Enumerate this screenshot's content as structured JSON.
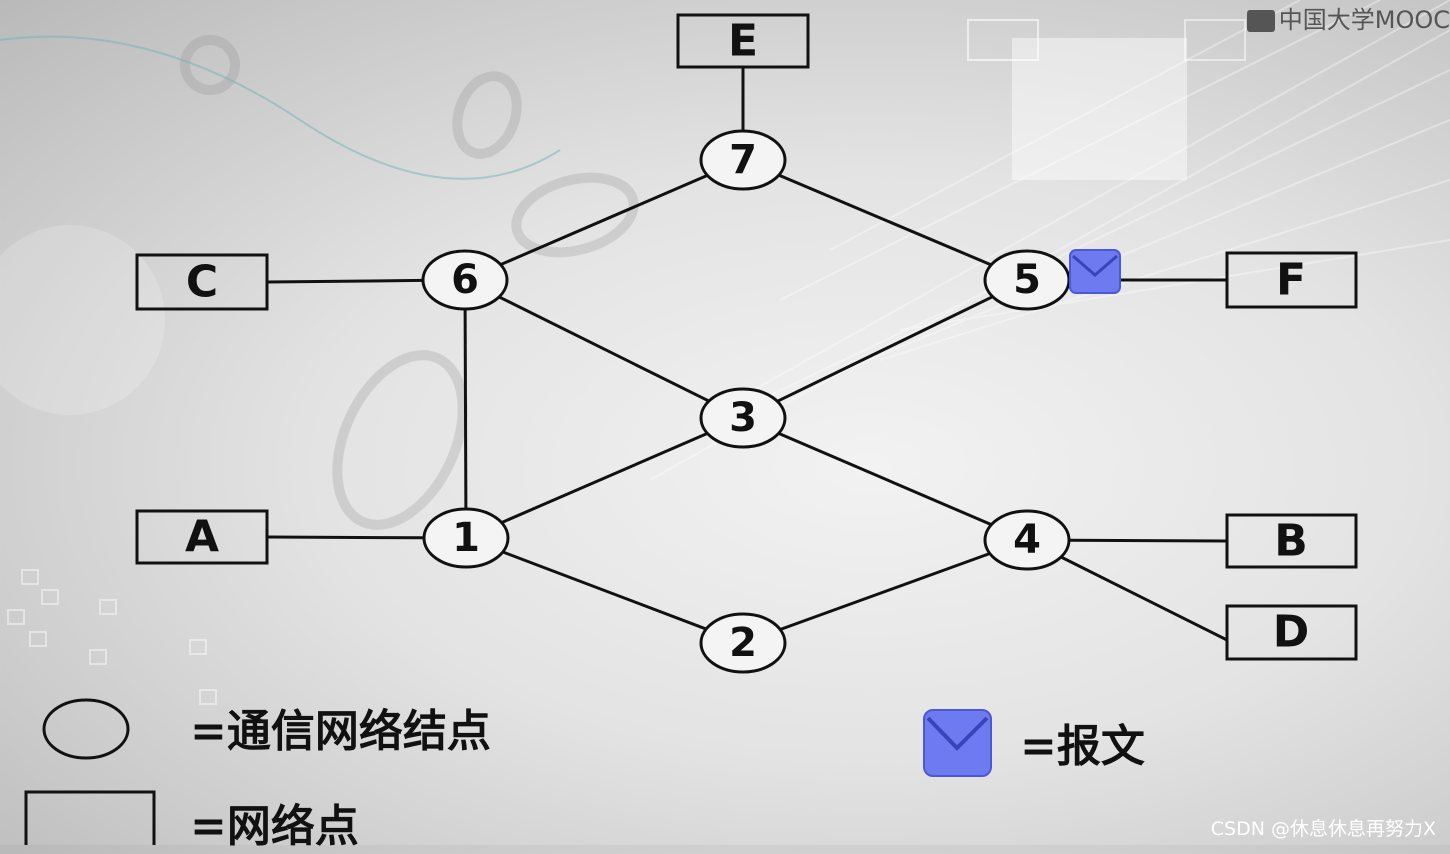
{
  "network_nodes": [
    {
      "id": "n1",
      "label": "1"
    },
    {
      "id": "n2",
      "label": "2"
    },
    {
      "id": "n3",
      "label": "3"
    },
    {
      "id": "n4",
      "label": "4"
    },
    {
      "id": "n5",
      "label": "5"
    },
    {
      "id": "n6",
      "label": "6"
    },
    {
      "id": "n7",
      "label": "7"
    }
  ],
  "hosts": [
    {
      "id": "A",
      "label": "A"
    },
    {
      "id": "B",
      "label": "B"
    },
    {
      "id": "C",
      "label": "C"
    },
    {
      "id": "D",
      "label": "D"
    },
    {
      "id": "E",
      "label": "E"
    },
    {
      "id": "F",
      "label": "F"
    }
  ],
  "links": [
    [
      "E",
      "n7"
    ],
    [
      "n7",
      "n6"
    ],
    [
      "n7",
      "n5"
    ],
    [
      "C",
      "n6"
    ],
    [
      "n6",
      "n1"
    ],
    [
      "n6",
      "n3"
    ],
    [
      "n5",
      "n3"
    ],
    [
      "n5",
      "F"
    ],
    [
      "A",
      "n1"
    ],
    [
      "n1",
      "n3"
    ],
    [
      "n1",
      "n2"
    ],
    [
      "n3",
      "n4"
    ],
    [
      "n2",
      "n4"
    ],
    [
      "n4",
      "B"
    ],
    [
      "n4",
      "D"
    ]
  ],
  "message_location": "between node 5 and F",
  "legend": {
    "node_text": "=通信网络结点",
    "host_text": "=网络点",
    "message_text": "=报文"
  },
  "watermarks": {
    "logo": "中国大学MOOC",
    "csdn": "CSDN @休息休息再努力X"
  },
  "colors": {
    "stroke": "#111111",
    "envelope": "#6d7af0",
    "envelope_dark": "#4c58d8"
  }
}
